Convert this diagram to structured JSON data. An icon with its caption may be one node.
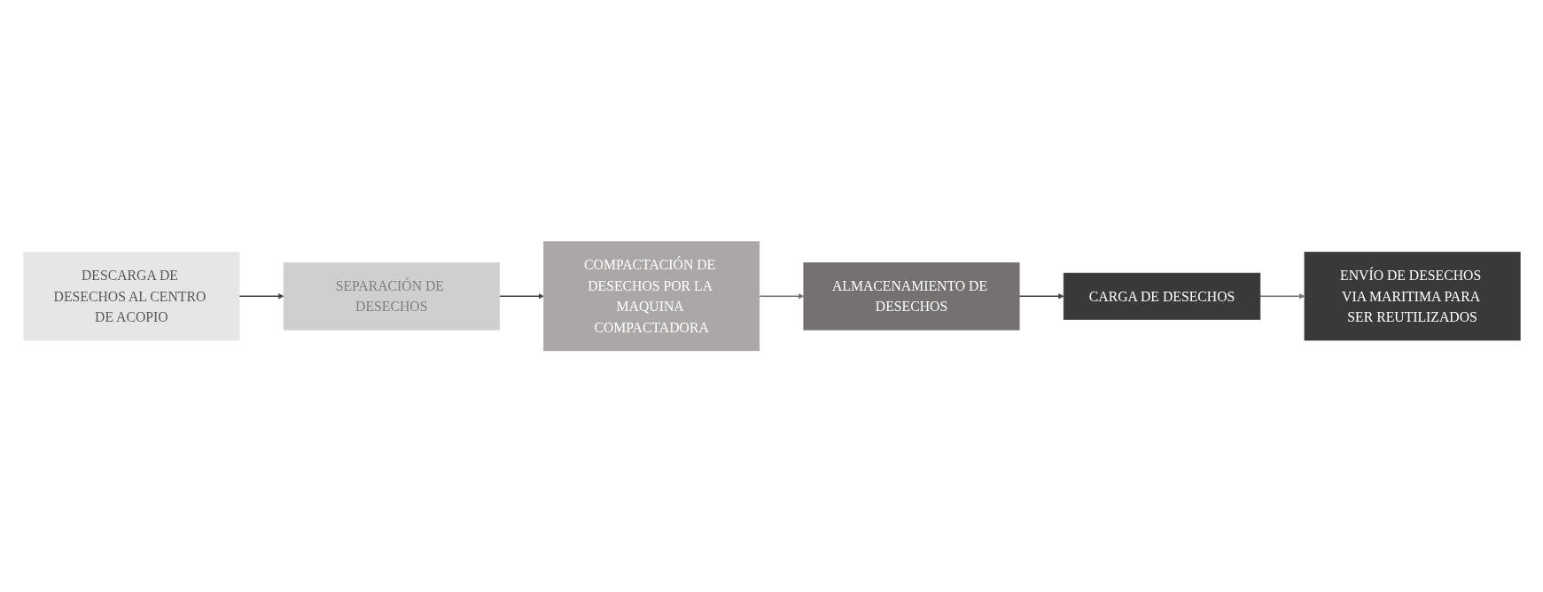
{
  "diagram": {
    "nodes": [
      {
        "text": [
          "DESCARGA DE DESECHOS AL CENTRO DE ACOPIO"
        ]
      },
      {
        "text": [
          "SEPARACIÓN DE DESECHOS"
        ]
      },
      {
        "text": [
          "COMPACTACIÓN DE DESECHOS POR LA MAQUINA COMPACTADORA"
        ]
      },
      {
        "text": [
          "ALMACENAMIENTO DE DESECHOS"
        ]
      },
      {
        "text": [
          "CARGA DE DESECHOS"
        ]
      },
      {
        "text": [
          "ENVÍO DE DESECHOS VIA MARITIMA PARA SER REUTILIZADOS"
        ]
      }
    ],
    "edges": [
      {
        "from": 0,
        "to": 1,
        "arrow": "to"
      },
      {
        "from": 1,
        "to": 2,
        "arrow": "to"
      },
      {
        "from": 2,
        "to": 3,
        "arrow": "to",
        "color": "#767171"
      },
      {
        "from": 3,
        "to": 4,
        "arrow": "to"
      },
      {
        "from": 4,
        "to": 5,
        "arrow": "to",
        "color": "#767171"
      }
    ]
  }
}
